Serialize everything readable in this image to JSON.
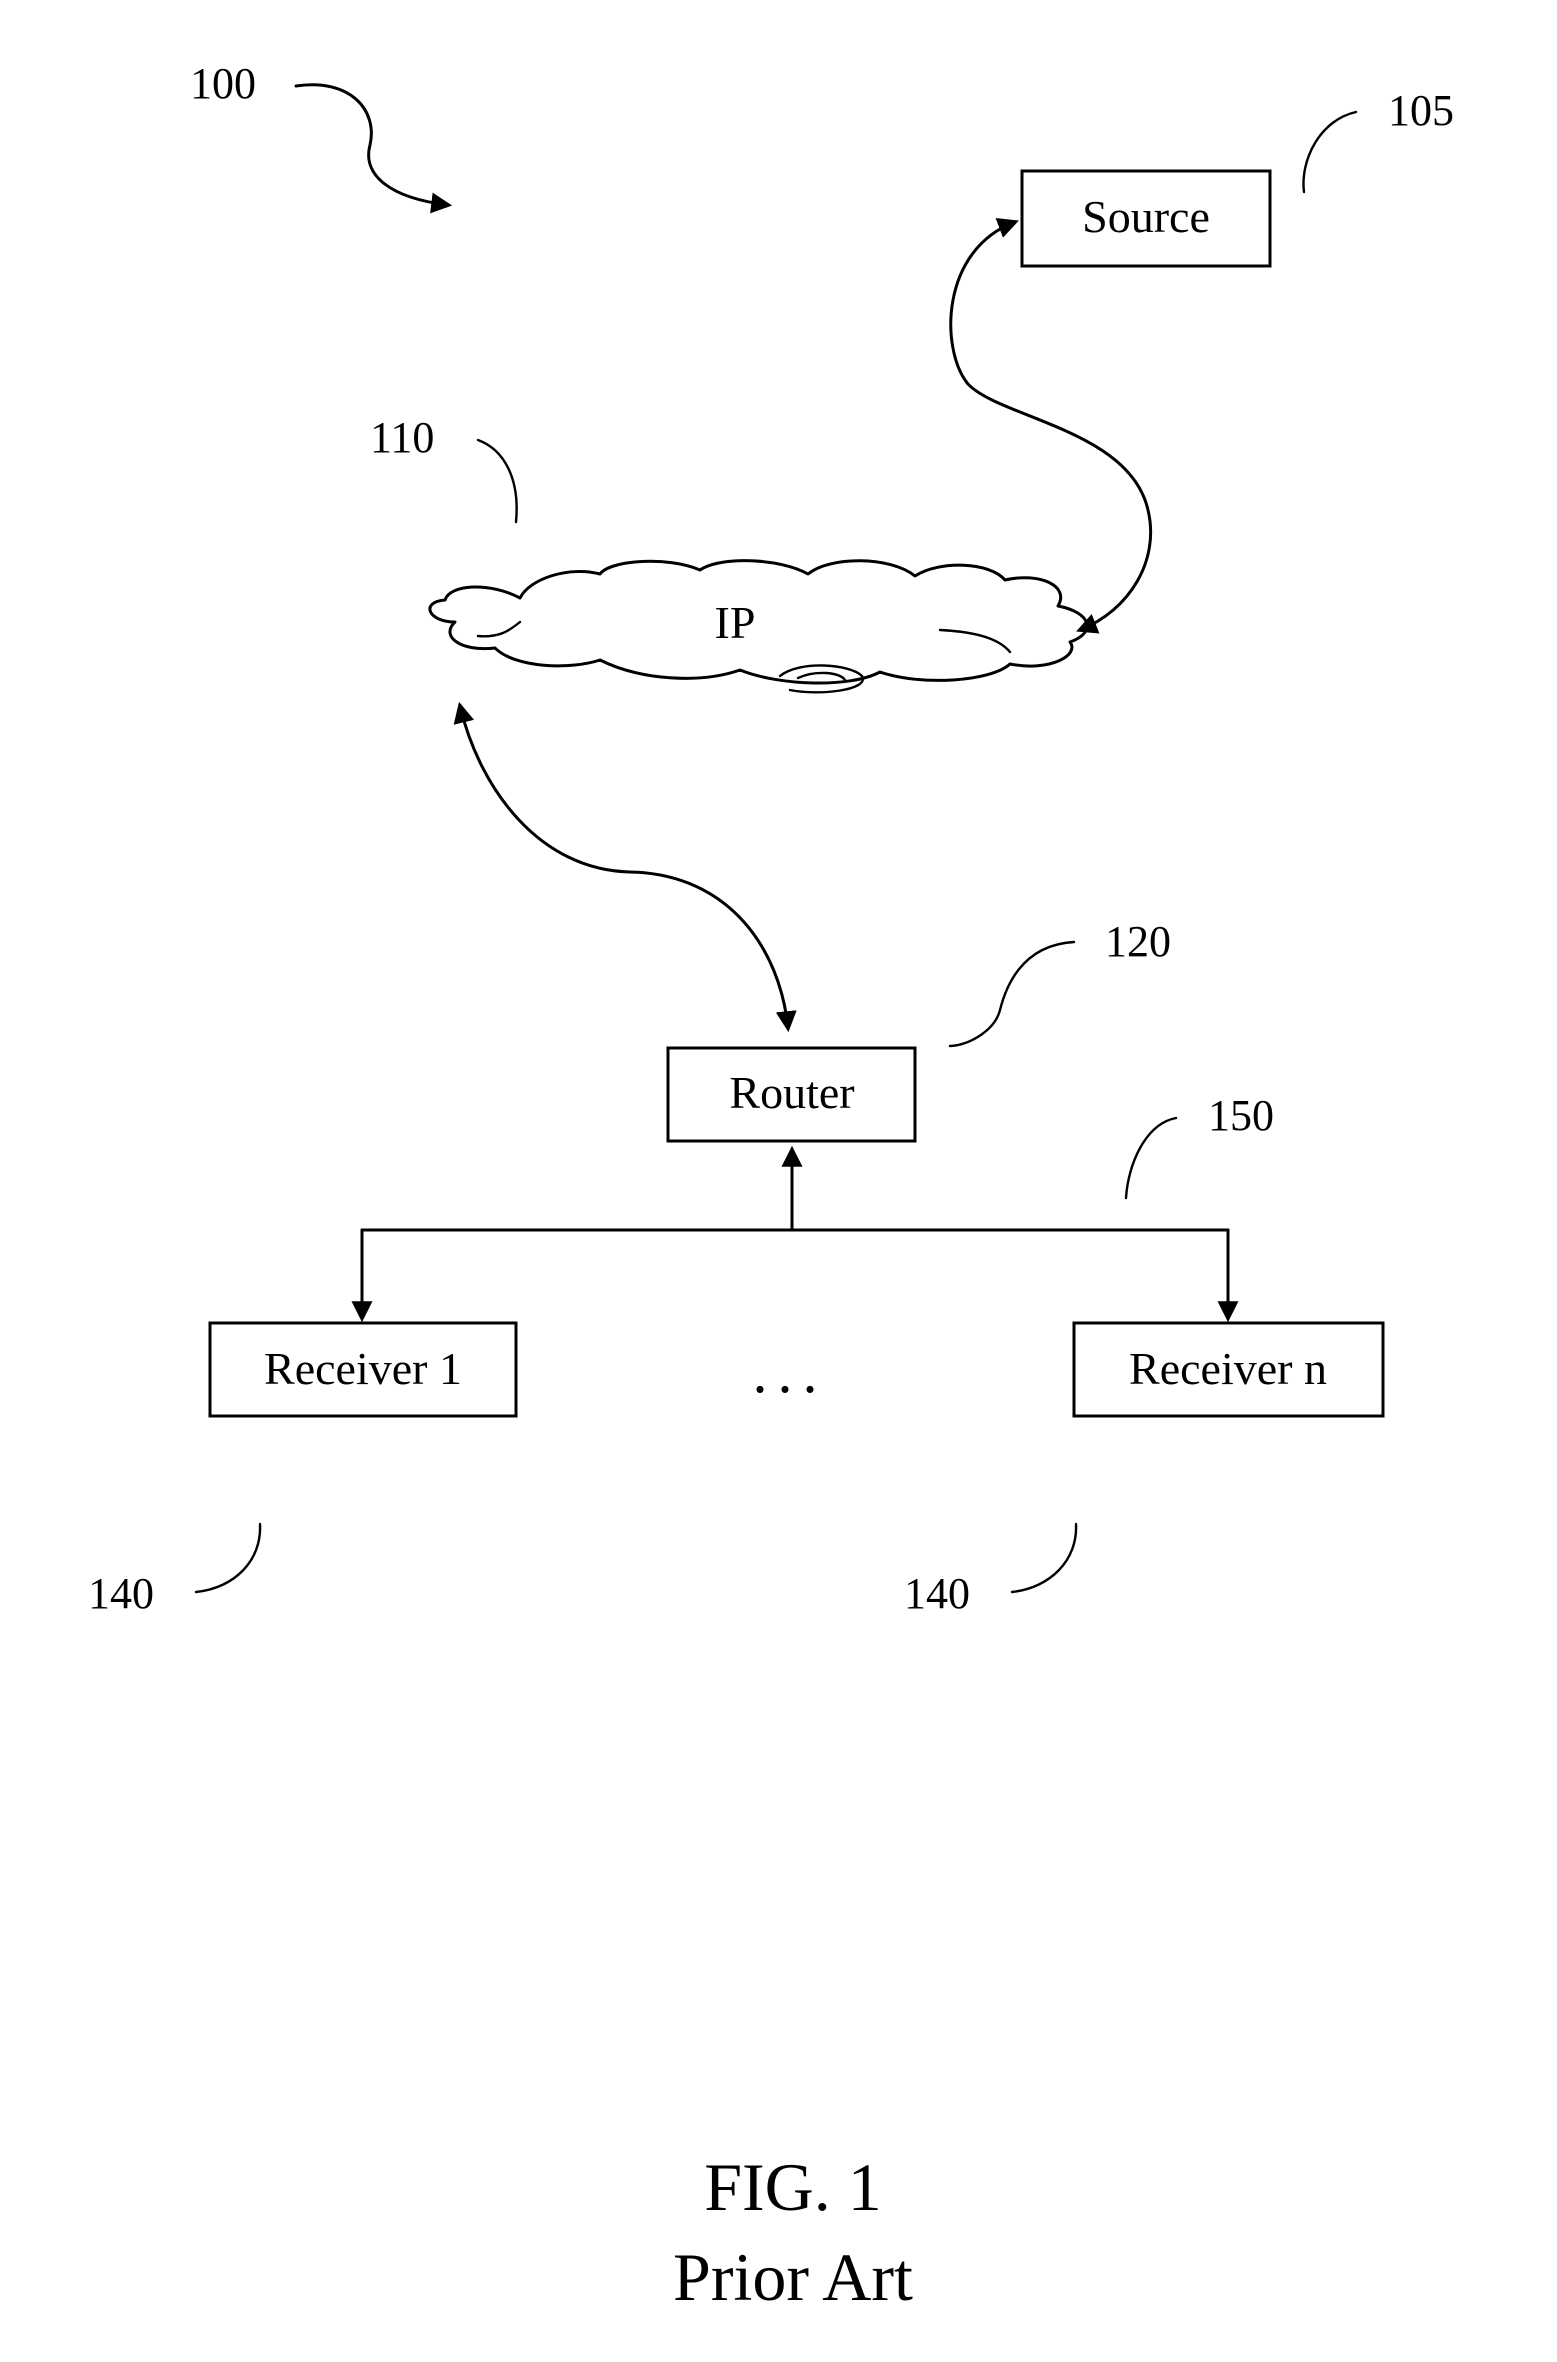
{
  "figure": {
    "caption": "FIG. 1",
    "subcaption": "Prior Art"
  },
  "nodes": {
    "source": {
      "label": "Source"
    },
    "network": {
      "label": "IP"
    },
    "router": {
      "label": "Router"
    },
    "receiver_1": {
      "label": "Receiver 1"
    },
    "receiver_n": {
      "label": "Receiver n"
    },
    "ellipsis": "..."
  },
  "reference_numerals": {
    "system": "100",
    "source": "105",
    "network": "110",
    "router": "120",
    "bus": "150",
    "receiver_left": "140",
    "receiver_right": "140"
  }
}
